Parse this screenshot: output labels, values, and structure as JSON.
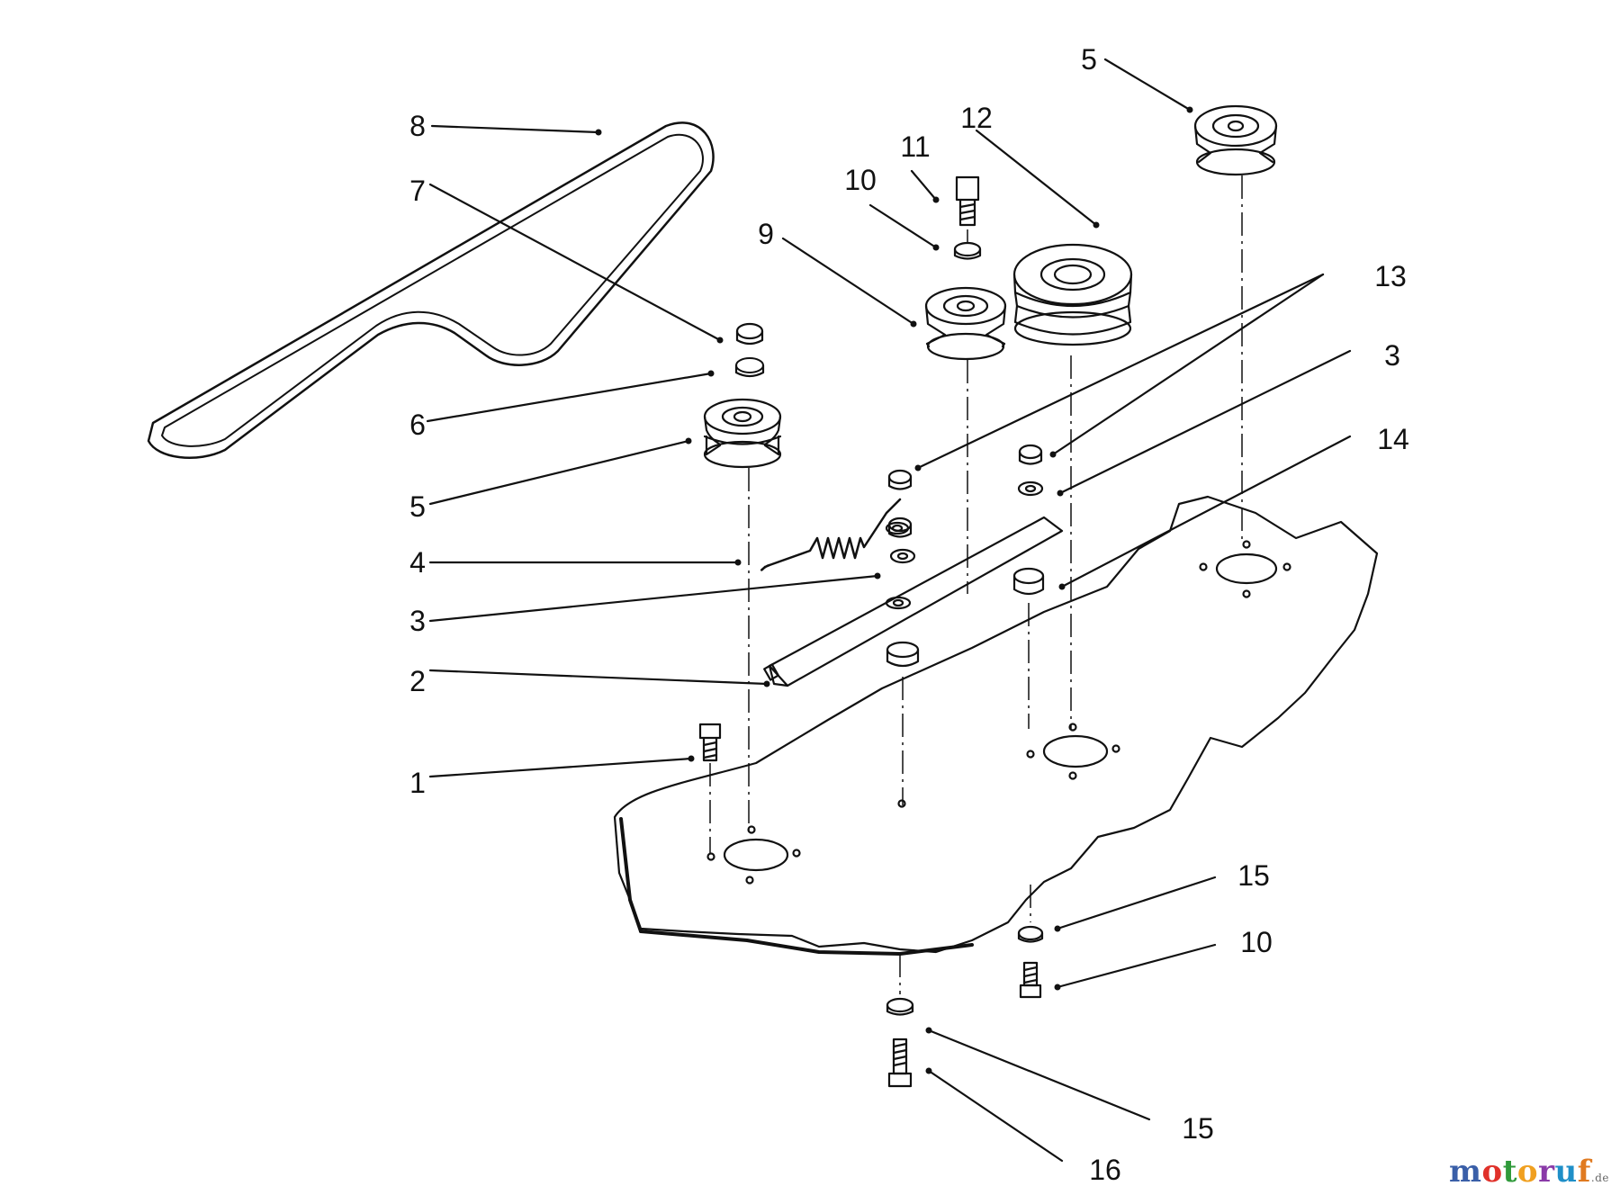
{
  "callouts": {
    "c1": "1",
    "c2": "2",
    "c3a": "3",
    "c3b": "3",
    "c4": "4",
    "c5a": "5",
    "c5b": "5",
    "c6": "6",
    "c7": "7",
    "c8": "8",
    "c9": "9",
    "c10a": "10",
    "c10b": "10",
    "c11": "11",
    "c12": "12",
    "c13": "13",
    "c14": "14",
    "c15a": "15",
    "c15b": "15",
    "c16": "16"
  },
  "watermark": {
    "letters": [
      "m",
      "o",
      "t",
      "o",
      "r",
      "u",
      "f"
    ],
    "suffix": ".de",
    "colors": [
      "#3a5fa8",
      "#e0312a",
      "#2f9a3a",
      "#f0a020",
      "#8a3aa8",
      "#1f8fc8",
      "#e07a20"
    ]
  },
  "colors": {
    "line": "#111111",
    "background": "#ffffff"
  }
}
